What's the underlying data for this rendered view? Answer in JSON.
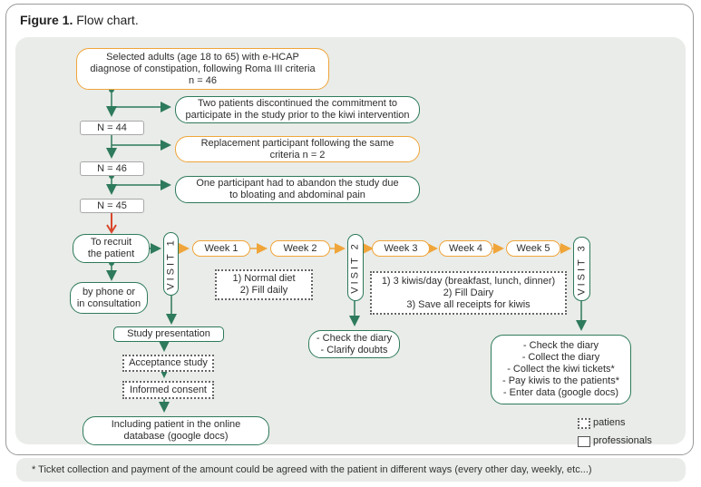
{
  "figure": {
    "label": "Figure 1.",
    "title": "Flow chart."
  },
  "boxes": {
    "selected": "Selected adults (age 18 to 65) with e-HCAP\ndiagnose of constipation, following Roma III criteria\nn = 46",
    "two_patients": "Two patients discontinued the commitment to\nparticipate in the study prior to the kiwi intervention",
    "n44": "N = 44",
    "replacement": "Replacement participant following the same\ncriteria n = 2",
    "n46": "N = 46",
    "one_participant": "One participant had to abandon the study due\nto bloating and abdominal pain",
    "n45": "N = 45",
    "recruit": "To recruit\nthe patient",
    "phone": "by phone or\nin consultation",
    "visit1": "VISIT 1",
    "week1": "Week 1",
    "week2": "Week 2",
    "weeks12_note": "1) Normal diet\n2) Fill daily",
    "visit2": "VISIT 2",
    "week3": "Week 3",
    "week4": "Week 4",
    "week5": "Week 5",
    "weeks35_note": "1) 3 kiwis/day (breakfast, lunch, dinner)\n2) Fill Dairy\n3) Save all receipts for kiwis",
    "visit3": "VISIT 3",
    "study_presentation": "Study presentation",
    "acceptance": "Acceptance study",
    "consent": "Informed consent",
    "including": "Including patient in the online\ndatabase (google docs)",
    "check_diary_v2": "- Check the diary\n- Clarify doubts",
    "v3_tasks": "- Check the diary\n- Collect the diary\n- Collect the kiwi tickets*\n- Pay kiwis to the patients*\n- Enter data (google docs)"
  },
  "legend": {
    "patients": "patiens",
    "professionals": "professionals"
  },
  "footnote": "* Ticket collection and payment of the amount could be agreed with the patient in different ways (every other day, weekly, etc...)",
  "colors": {
    "orange": "#f0a53a",
    "green": "#2e7a5c",
    "red": "#d9462b",
    "gray": "#a8a8a8",
    "panel": "#e9ece8"
  }
}
